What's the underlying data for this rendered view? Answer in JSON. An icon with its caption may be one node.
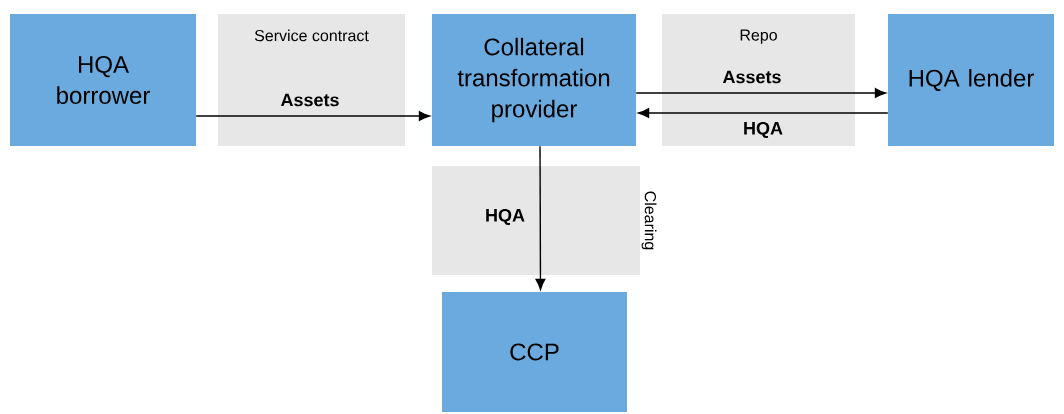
{
  "diagram": {
    "nodes": [
      {
        "text": [
          "HQA borrower"
        ]
      },
      {
        "text": [
          "Collateral transformation provider"
        ]
      },
      {
        "text": [
          "HQA lender"
        ]
      },
      {
        "text": [
          "CCP"
        ]
      }
    ],
    "edges": [
      {
        "from": 0,
        "to": 1,
        "arrow": "to",
        "label": "Assets"
      },
      {
        "from": 1,
        "to": 2,
        "arrow": "to",
        "label": "Assets"
      },
      {
        "from": 2,
        "to": 1,
        "arrow": "to",
        "label": "HQA"
      },
      {
        "from": 1,
        "to": 3,
        "arrow": "to",
        "label": "HQA"
      }
    ],
    "labels": [
      "Service contract",
      "Repo",
      "Clearing"
    ]
  }
}
